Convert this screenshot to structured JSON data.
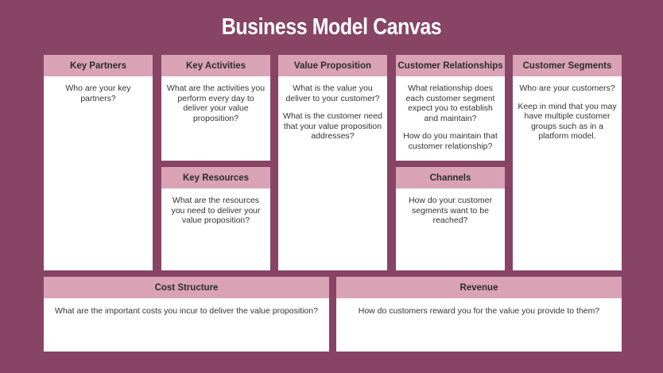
{
  "title": "Business Model Canvas",
  "blocks": {
    "key_partners": {
      "heading": "Key Partners",
      "paragraphs": [
        "Who are your key partners?"
      ]
    },
    "key_activities": {
      "heading": "Key Activities",
      "paragraphs": [
        "What are the activities you perform every day to deliver your value proposition?"
      ]
    },
    "key_resources": {
      "heading": "Key Resources",
      "paragraphs": [
        "What are the resources you need to deliver your value proposition?"
      ]
    },
    "value_proposition": {
      "heading": "Value Proposition",
      "paragraphs": [
        "What is the value you deliver to your customer?",
        "What is the customer need that your value proposition addresses?"
      ]
    },
    "customer_relationships": {
      "heading": "Customer Relationships",
      "paragraphs": [
        "What relationship does each customer segment expect you to establish and maintain?",
        "How do you maintain that customer relationship?"
      ]
    },
    "channels": {
      "heading": "Channels",
      "paragraphs": [
        "How do your customer segments want to be reached?"
      ]
    },
    "customer_segments": {
      "heading": "Customer Segments",
      "paragraphs": [
        "Who are your customers?",
        "Keep in mind that you may have multiple customer groups such as in a platform model."
      ]
    },
    "cost_structure": {
      "heading": "Cost Structure",
      "paragraphs": [
        "What are the important costs you incur to deliver the value proposition?"
      ]
    },
    "revenue": {
      "heading": "Revenue",
      "paragraphs": [
        "How do customers reward you for the value you provide to them?"
      ]
    }
  },
  "colors": {
    "background": "#874465",
    "header_fill": "#d9a2b5",
    "card_fill": "#ffffff"
  }
}
